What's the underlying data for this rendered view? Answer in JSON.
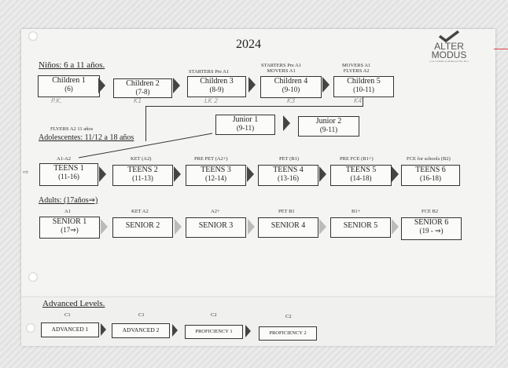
{
  "year": "2024",
  "logo": {
    "line1": "ALTER",
    "line2": "MODUS",
    "tag": "(cod. academie de idiomes por Bor. Pta.)"
  },
  "ninos": {
    "header": "Niños: 6 a 11 años.",
    "labels": [
      "",
      "",
      "STARTERS Pre A1",
      "STARTERS Pre A1\nMOVERS A1",
      "MOVERS A1\nFLYERS A2"
    ],
    "boxes": [
      {
        "name": "Children 1",
        "age": "(6)"
      },
      {
        "name": "Children 2",
        "age": "(7-8)"
      },
      {
        "name": "Children 3",
        "age": "(8-9)"
      },
      {
        "name": "Children 4",
        "age": "(9-10)"
      },
      {
        "name": "Children 5",
        "age": "(10-11)"
      }
    ],
    "handwritten": [
      "P.K.",
      "K1",
      "LK 2",
      "K3",
      "K4"
    ]
  },
  "junior": [
    {
      "name": "Junior 1",
      "age": "(9-11)"
    },
    {
      "name": "Junior 2",
      "age": "(9-11)"
    }
  ],
  "adolescentes": {
    "note": "FLYERS A2 11 años",
    "header": "Adolescentes: 11/12 a 18 años",
    "labels": [
      "A1-A2",
      "KET (A2)",
      "PRE PET (A2+)",
      "PET (B1)",
      "PRE FCE (B1+)",
      "FCE for schools (B2)"
    ],
    "boxes": [
      {
        "name": "TEENS 1",
        "age": "(11-16)"
      },
      {
        "name": "TEENS 2",
        "age": "(11-13)"
      },
      {
        "name": "TEENS 3",
        "age": "(12-14)"
      },
      {
        "name": "TEENS 4",
        "age": "(13-16)"
      },
      {
        "name": "TEENS 5",
        "age": "(14-18)"
      },
      {
        "name": "TEENS 6",
        "age": "(16-18)"
      }
    ]
  },
  "adults": {
    "header": "Adults: (17años⇒)",
    "labels": [
      "A1",
      "KET A2",
      "A2+",
      "PET B1",
      "B1+",
      "FCE B2"
    ],
    "boxes": [
      {
        "name": "SENIOR 1",
        "age": "(17⇒)"
      },
      {
        "name": "SENIOR 2",
        "age": ""
      },
      {
        "name": "SENIOR 3",
        "age": ""
      },
      {
        "name": "SENIOR 4",
        "age": ""
      },
      {
        "name": "SENIOR 5",
        "age": ""
      },
      {
        "name": "SENIOR 6",
        "age": "(19 - ⇒)"
      }
    ]
  },
  "advanced": {
    "header": "Advanced Levels.",
    "labels": [
      "C1",
      "C1",
      "C2",
      "C2"
    ],
    "boxes": [
      "ADVANCED 1",
      "ADVANCED 2",
      "PROFICIENCY 1",
      "PROFICIENCY 2"
    ]
  }
}
